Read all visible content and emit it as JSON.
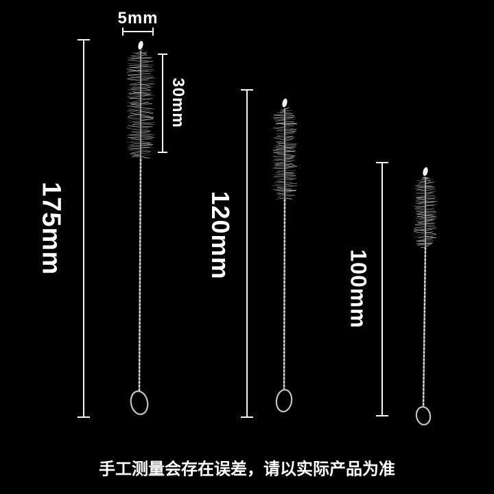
{
  "product_figure": {
    "background_color": "#000000",
    "text_color": "#ffffff",
    "labels": {
      "tip_width": "5mm",
      "bristle_length": "30mm",
      "brush_large": "175mm",
      "brush_medium": "120mm",
      "brush_small": "100mm"
    },
    "disclaimer": "手工测量会存在误差，请以实际产品为准"
  }
}
